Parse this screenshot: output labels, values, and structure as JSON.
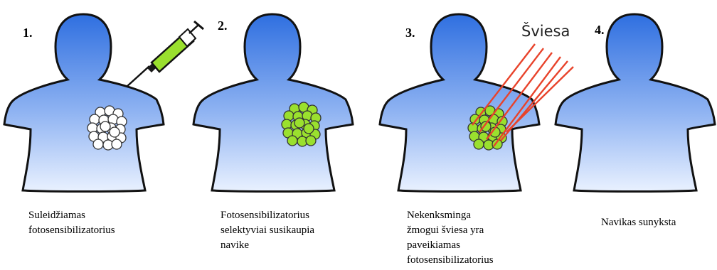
{
  "steps": [
    {
      "number": "1.",
      "caption": [
        "Suleidžiamas",
        "fotosensibilizatorius"
      ]
    },
    {
      "number": "2.",
      "caption": [
        "Fotosensibilizatorius",
        "selektyviai susikaupia",
        "navike"
      ]
    },
    {
      "number": "3.",
      "caption": [
        "Nekenksminga",
        "žmogui šviesa yra",
        "paveikiamas",
        "fotosensibilizatorius"
      ]
    },
    {
      "number": "4.",
      "caption": [
        "Navikas sunyksta"
      ]
    }
  ],
  "light_label": "Šviesa",
  "colors": {
    "body_top": "#2f6fe0",
    "body_bottom": "#e9f1ff",
    "cell_white": "#ffffff",
    "cell_green": "#9ae02e",
    "syringe_fluid": "#9ae02e",
    "light_rays": "#e8432b"
  }
}
